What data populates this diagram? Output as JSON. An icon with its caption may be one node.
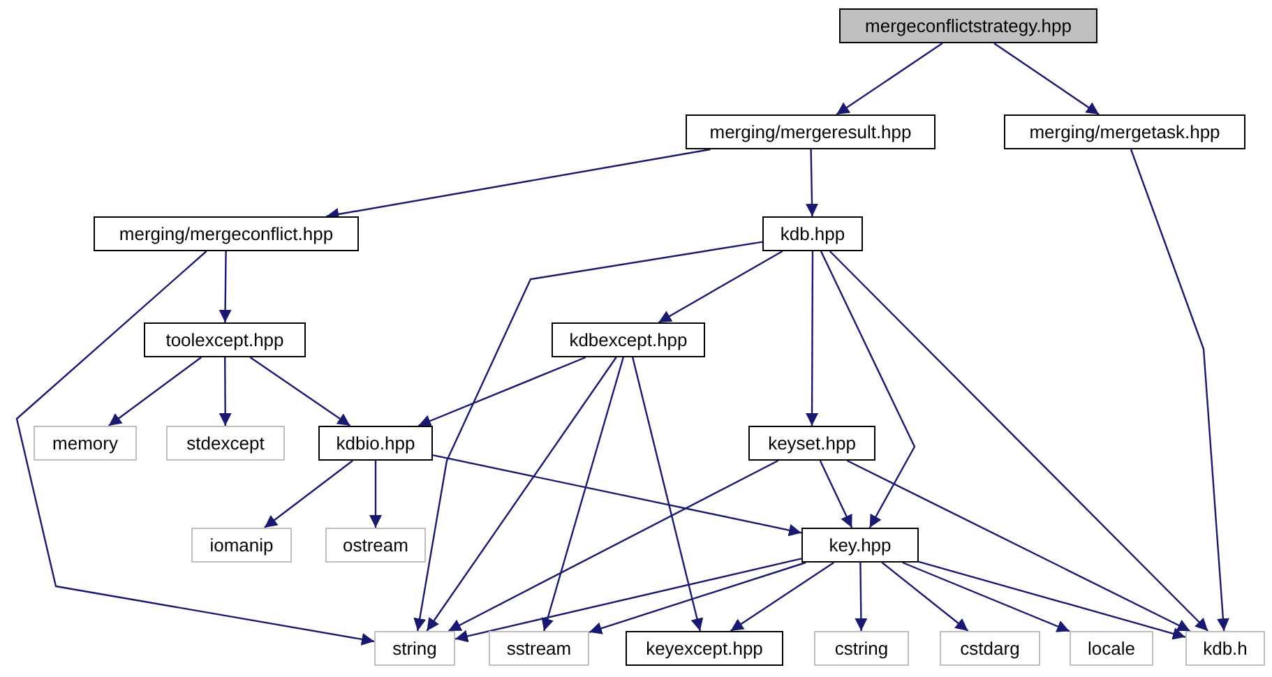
{
  "diagram": {
    "nodes": [
      {
        "text": [
          "mergeconflictstrategy.hpp"
        ]
      },
      {
        "text": [
          "merging/mergeresult.hpp"
        ]
      },
      {
        "text": [
          "merging/mergetask.hpp"
        ]
      },
      {
        "text": [
          "merging/mergeconflict.hpp"
        ]
      },
      {
        "text": [
          "kdb.hpp"
        ]
      },
      {
        "text": [
          "toolexcept.hpp"
        ]
      },
      {
        "text": [
          "kdbexcept.hpp"
        ]
      },
      {
        "text": [
          "memory"
        ]
      },
      {
        "text": [
          "stdexcept"
        ]
      },
      {
        "text": [
          "kdbio.hpp"
        ]
      },
      {
        "text": [
          "keyset.hpp"
        ]
      },
      {
        "text": [
          "iomanip"
        ]
      },
      {
        "text": [
          "ostream"
        ]
      },
      {
        "text": [
          "key.hpp"
        ]
      },
      {
        "text": [
          "string"
        ]
      },
      {
        "text": [
          "sstream"
        ]
      },
      {
        "text": [
          "keyexcept.hpp"
        ]
      },
      {
        "text": [
          "cstring"
        ]
      },
      {
        "text": [
          "cstdarg"
        ]
      },
      {
        "text": [
          "locale"
        ]
      },
      {
        "text": [
          "kdb.h"
        ]
      }
    ],
    "edges": [
      {
        "from": 0,
        "to": 1,
        "arrow": "to"
      },
      {
        "from": 0,
        "to": 2,
        "arrow": "to"
      },
      {
        "from": 1,
        "to": 3,
        "arrow": "to"
      },
      {
        "from": 1,
        "to": 4,
        "arrow": "to"
      },
      {
        "from": 2,
        "to": 20,
        "arrow": "to"
      },
      {
        "from": 3,
        "to": 5,
        "arrow": "to"
      },
      {
        "from": 3,
        "to": 14,
        "arrow": "to"
      },
      {
        "from": 4,
        "to": 14,
        "arrow": "to"
      },
      {
        "from": 4,
        "to": 6,
        "arrow": "to"
      },
      {
        "from": 4,
        "to": 10,
        "arrow": "to"
      },
      {
        "from": 4,
        "to": 13,
        "arrow": "to"
      },
      {
        "from": 4,
        "to": 20,
        "arrow": "to"
      },
      {
        "from": 5,
        "to": 7,
        "arrow": "to"
      },
      {
        "from": 5,
        "to": 8,
        "arrow": "to"
      },
      {
        "from": 5,
        "to": 9,
        "arrow": "to"
      },
      {
        "from": 6,
        "to": 9,
        "arrow": "to"
      },
      {
        "from": 6,
        "to": 14,
        "arrow": "to"
      },
      {
        "from": 6,
        "to": 15,
        "arrow": "to"
      },
      {
        "from": 6,
        "to": 16,
        "arrow": "to"
      },
      {
        "from": 9,
        "to": 11,
        "arrow": "to"
      },
      {
        "from": 9,
        "to": 12,
        "arrow": "to"
      },
      {
        "from": 9,
        "to": 13,
        "arrow": "to"
      },
      {
        "from": 10,
        "to": 14,
        "arrow": "to"
      },
      {
        "from": 10,
        "to": 13,
        "arrow": "to"
      },
      {
        "from": 10,
        "to": 20,
        "arrow": "to"
      },
      {
        "from": 13,
        "to": 14,
        "arrow": "to"
      },
      {
        "from": 13,
        "to": 15,
        "arrow": "to"
      },
      {
        "from": 13,
        "to": 16,
        "arrow": "to"
      },
      {
        "from": 13,
        "to": 17,
        "arrow": "to"
      },
      {
        "from": 13,
        "to": 18,
        "arrow": "to"
      },
      {
        "from": 13,
        "to": 19,
        "arrow": "to"
      },
      {
        "from": 13,
        "to": 20,
        "arrow": "to"
      }
    ]
  }
}
